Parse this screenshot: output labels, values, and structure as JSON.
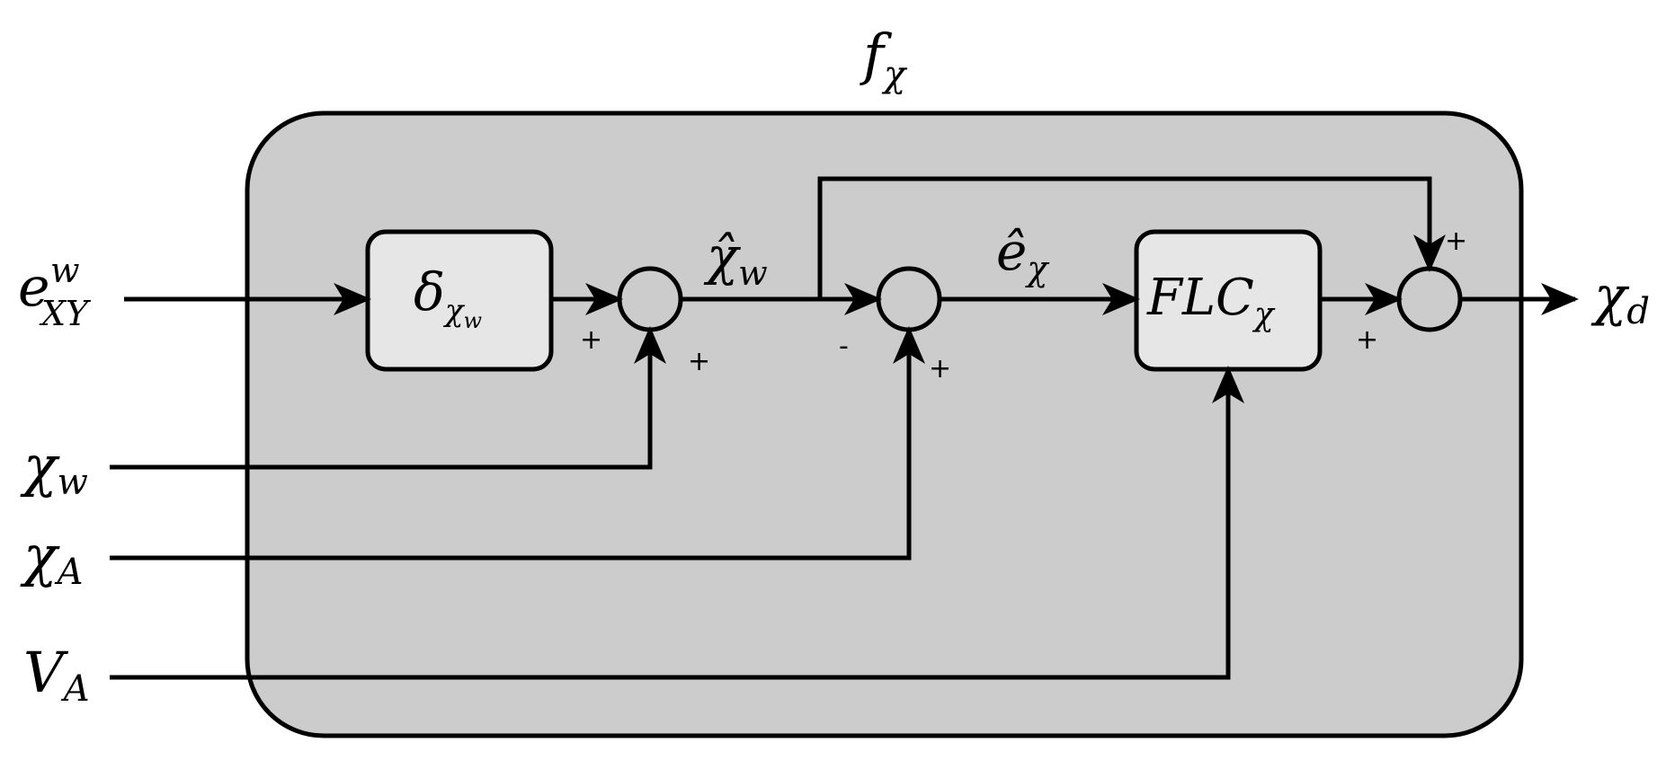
{
  "outer_block": {
    "label_main": "f",
    "label_sub": "χ"
  },
  "blocks": {
    "delta": {
      "main": "δ",
      "sub": "χ",
      "subsub": "w"
    },
    "flc": {
      "main": "FLC",
      "sub": "χ"
    }
  },
  "inputs": {
    "e_xy_w": {
      "main": "e",
      "sub": "XY",
      "sup": "w"
    },
    "chi_w": {
      "main": "χ",
      "sub": "w"
    },
    "chi_a": {
      "main": "χ",
      "sub": "A"
    },
    "v_a": {
      "main": "V",
      "sub": "A"
    }
  },
  "signals": {
    "chi_hat_w": {
      "main": "χ̂",
      "sub": "w"
    },
    "e_hat_chi": {
      "main": "ê",
      "sub": "χ"
    },
    "chi_d": {
      "main": "χ",
      "sub": "d"
    }
  },
  "signs": {
    "sum1_left": "+",
    "sum1_bottom": "+",
    "sum2_left": "-",
    "sum2_bottom": "+",
    "sum3_left": "+",
    "sum3_top": "+"
  },
  "colors": {
    "outer_fill": "#cccccc",
    "block_fill": "#e6e6e6",
    "stroke": "#000000"
  }
}
